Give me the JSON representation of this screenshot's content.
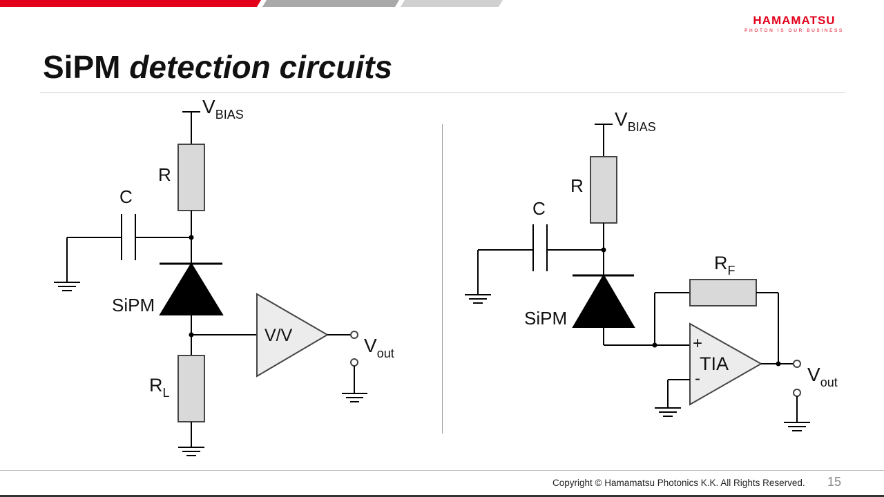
{
  "brand": {
    "name": "HAMAMATSU",
    "tagline": "PHOTON IS OUR BUSINESS",
    "color": "#e3001b"
  },
  "header_bar_colors": [
    "#e3001b",
    "#a9a9a9",
    "#d0d0d0"
  ],
  "title": {
    "main": "SiPM",
    "italic": "detection circuits"
  },
  "left_circuit": {
    "vbias": {
      "base": "V",
      "sub": "BIAS"
    },
    "resistor": "R",
    "capacitor": "C",
    "sipm": "SiPM",
    "load_resistor": {
      "base": "R",
      "sub": "L"
    },
    "amplifier": "V/V",
    "vout": {
      "base": "V",
      "sub": "out"
    }
  },
  "right_circuit": {
    "vbias": {
      "base": "V",
      "sub": "BIAS"
    },
    "resistor": "R",
    "capacitor": "C",
    "sipm": "SiPM",
    "feedback_resistor": {
      "base": "R",
      "sub": "F"
    },
    "amplifier": "TIA",
    "plus": "+",
    "minus": "-",
    "vout": {
      "base": "V",
      "sub": "out"
    }
  },
  "footer": {
    "copyright": "Copyright © Hamamatsu Photonics K.K. All Rights Reserved.",
    "page": "15"
  }
}
